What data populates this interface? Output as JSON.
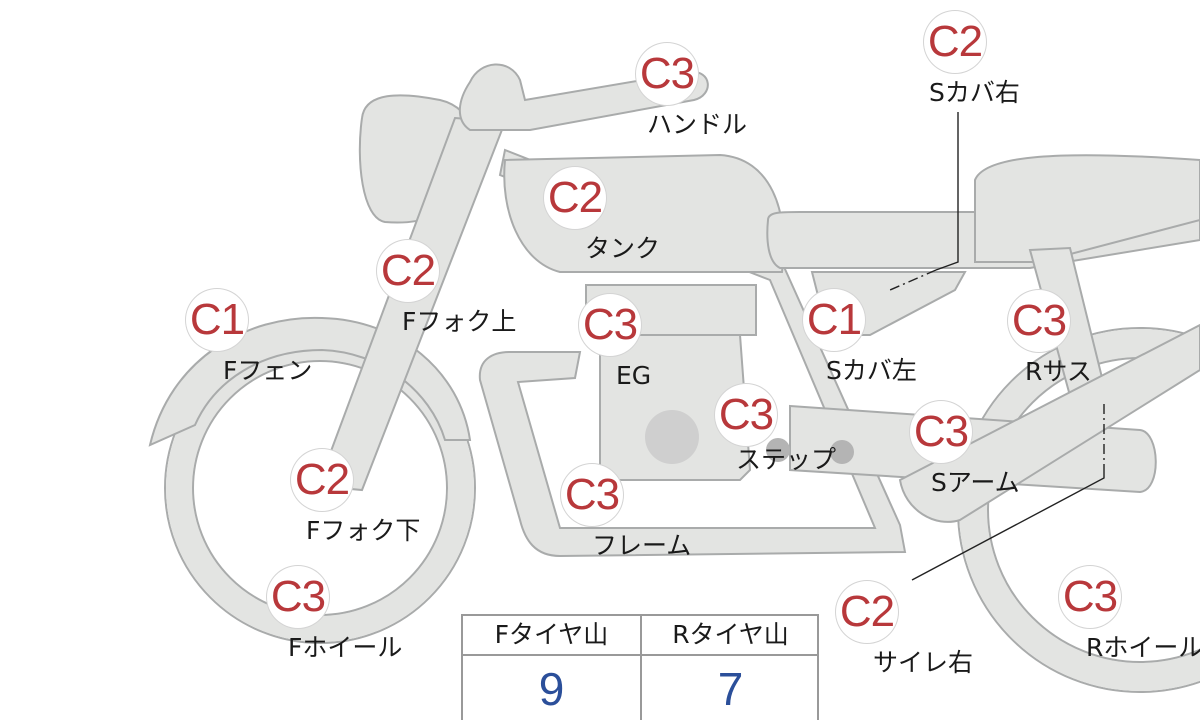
{
  "callouts": [
    {
      "key": "handle",
      "grade": "C3",
      "label": "ハンドル"
    },
    {
      "key": "tank",
      "grade": "C2",
      "label": "タンク"
    },
    {
      "key": "fork_upper",
      "grade": "C2",
      "label": "Fフォク上"
    },
    {
      "key": "front_fender",
      "grade": "C1",
      "label": "Fフェン"
    },
    {
      "key": "engine",
      "grade": "C3",
      "label": "EG"
    },
    {
      "key": "side_cover_left",
      "grade": "C1",
      "label": "Sカバ左"
    },
    {
      "key": "side_cover_right",
      "grade": "C2",
      "label": "Sカバ右"
    },
    {
      "key": "rear_suspension",
      "grade": "C3",
      "label": "Rサス"
    },
    {
      "key": "step",
      "grade": "C3",
      "label": "ステップ"
    },
    {
      "key": "swing_arm",
      "grade": "C3",
      "label": "Sアーム"
    },
    {
      "key": "fork_lower",
      "grade": "C2",
      "label": "Fフォク下"
    },
    {
      "key": "frame",
      "grade": "C3",
      "label": "フレーム"
    },
    {
      "key": "front_wheel",
      "grade": "C3",
      "label": "Fホイール"
    },
    {
      "key": "muffler_right",
      "grade": "C2",
      "label": "サイレ右"
    },
    {
      "key": "rear_wheel",
      "grade": "C3",
      "label": "Rホイール"
    }
  ],
  "tire_tread": {
    "front_label": "Fタイヤ山",
    "front_value": "9",
    "rear_label": "Rタイヤ山",
    "rear_value": "7"
  },
  "colors": {
    "grade_text": "#b8383b",
    "part_fill": "#e3e4e2",
    "part_outline": "#a9abab",
    "tread_value": "#2b4f9a"
  }
}
